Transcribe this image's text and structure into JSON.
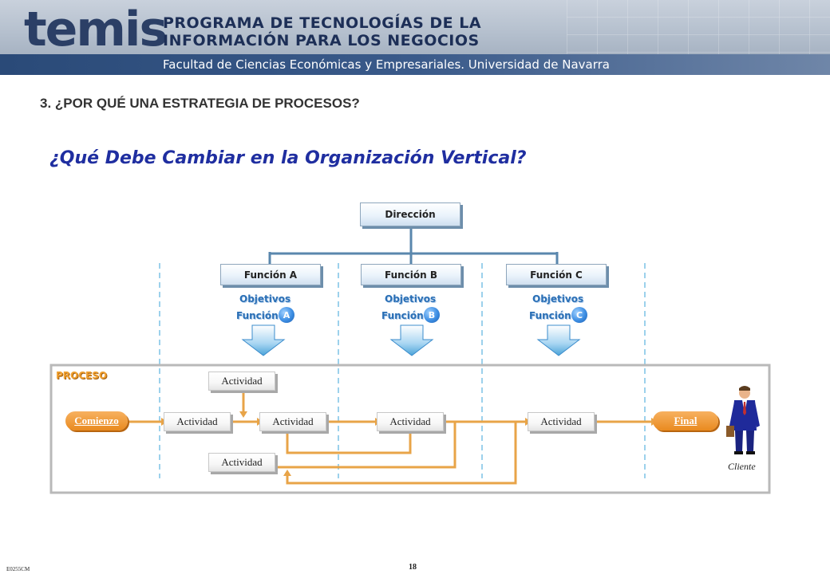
{
  "header": {
    "logo": "temis",
    "program_line1": "PROGRAMA DE TECNOLOGÍAS DE LA",
    "program_line2": "INFORMACIÓN PARA LOS NEGOCIOS",
    "faculty": "Facultad de Ciencias Económicas y Empresariales. Universidad de Navarra"
  },
  "section_heading": "3. ¿POR QUÉ UNA ESTRATEGIA DE PROCESOS?",
  "slide_title": "¿Qué Debe Cambiar en la Organización Vertical?",
  "diagram": {
    "top": "Dirección",
    "functions": [
      {
        "label": "Función A",
        "objectives_line1": "Objetivos",
        "objectives_line2": "Función",
        "letter": "A"
      },
      {
        "label": "Función B",
        "objectives_line1": "Objetivos",
        "objectives_line2": "Función",
        "letter": "B"
      },
      {
        "label": "Función C",
        "objectives_line1": "Objetivos",
        "objectives_line2": "Función",
        "letter": "C"
      }
    ],
    "process_label": "PROCESO",
    "start": "Comienzo",
    "end": "Final",
    "activity": "Actividad",
    "client": "Cliente"
  },
  "colors": {
    "title_blue": "#1f2ea0",
    "process_orange": "#e98a1f",
    "dashed_divider": "#3aa3d8"
  },
  "footer": {
    "page_number": "18",
    "doc_code": "E0255CM"
  }
}
